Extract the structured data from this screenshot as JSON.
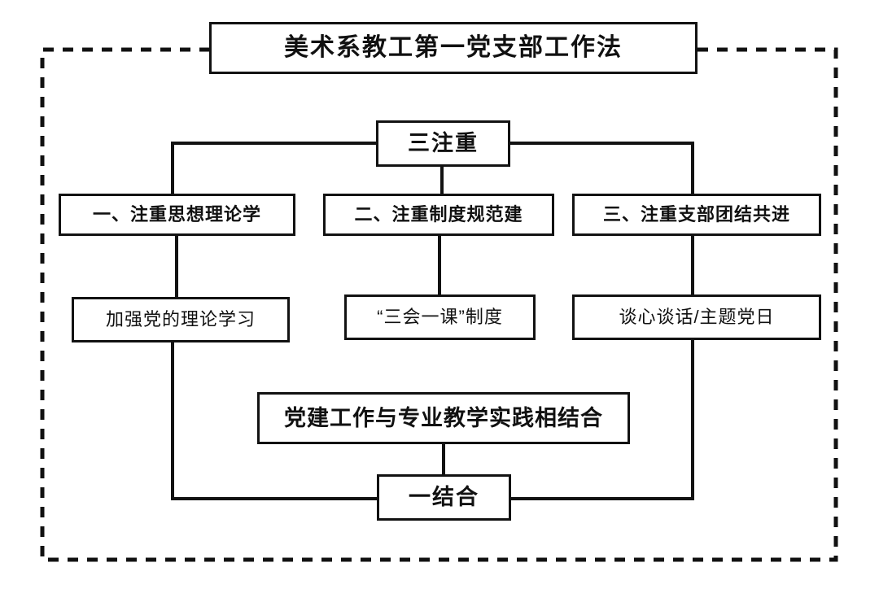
{
  "diagram": {
    "title": "美术系教工第一党支部工作法",
    "hub": "三注重",
    "pillars": [
      "一、注重思想理论学",
      "二、注重制度规范建",
      "三、注重支部团结共进"
    ],
    "practices": [
      "加强党的理论学习",
      "“三会一课”制度",
      "谈心谈话/主题党日"
    ],
    "combine_statement": "党建工作与专业教学实践相结合",
    "footer": "一结合",
    "colors": {
      "stroke": "#121212",
      "background": "#ffffff",
      "text": "#111111",
      "dashed_border": "#111111"
    }
  }
}
